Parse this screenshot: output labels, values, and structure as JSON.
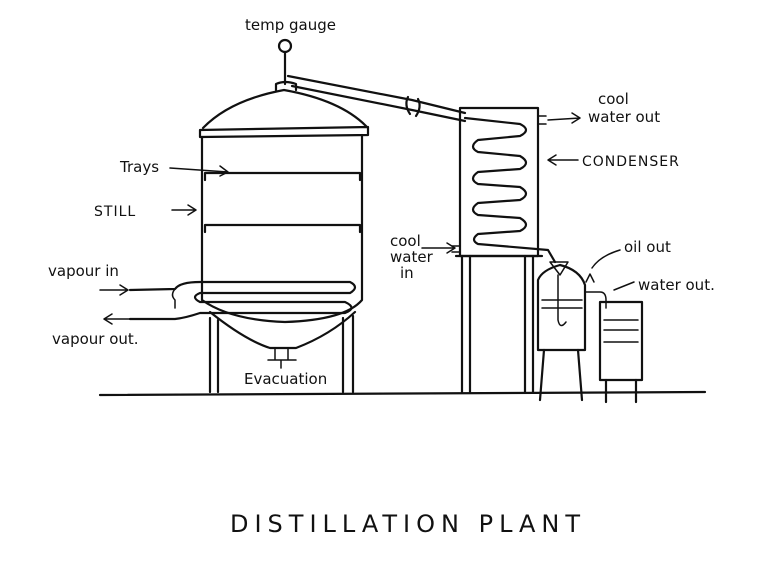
{
  "title": "DISTILLATION PLANT",
  "labels": {
    "temp_gauge": "temp gauge",
    "cool_water_out_1": "cool",
    "cool_water_out_2": "water out",
    "condenser": "CONDENSER",
    "trays": "Trays",
    "still": "STILL",
    "cool_water_in_1": "cool",
    "cool_water_in_2": "water",
    "cool_water_in_3": "in",
    "oil_out": "oil out",
    "water_out": "water out.",
    "vapour_in": "vapour in",
    "vapour_out": "vapour out.",
    "evacuation": "Evacuation"
  }
}
